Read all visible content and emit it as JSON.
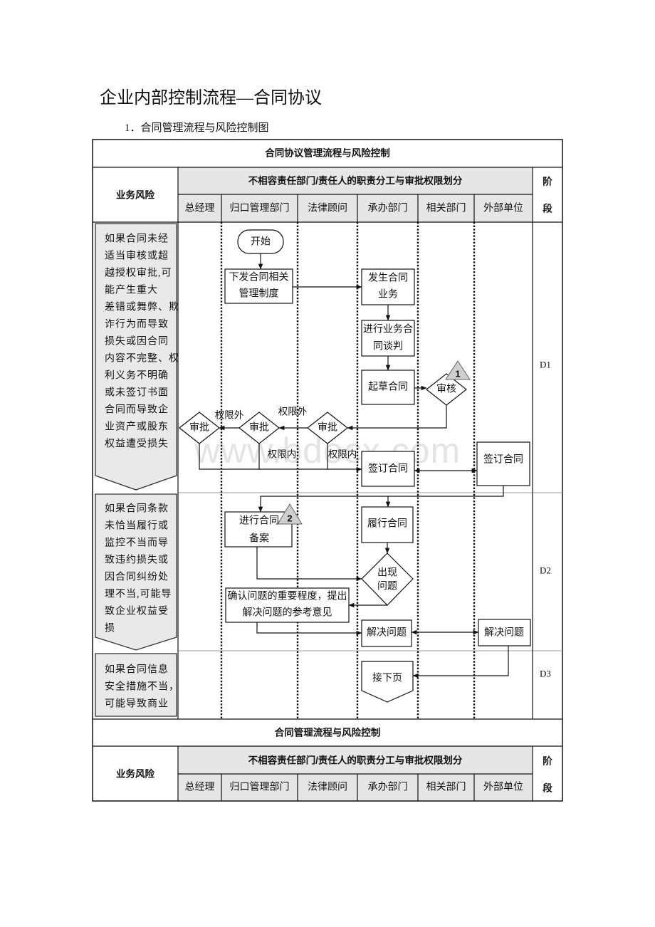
{
  "page": {
    "title": "企业内部控制流程—合同协议",
    "subtitle": "1．合同管理流程与风险控制图",
    "watermark": "www.bdocx.com"
  },
  "table1": {
    "caption": "合同协议管理流程与风险控制",
    "risk_header": "业务风险",
    "division_header": "不相容责任部门/责任人的职责分工与审批权限划分",
    "stage_header": [
      "阶",
      "段"
    ],
    "columns": [
      "总经理",
      "归口管理部门",
      "法律顾问",
      "承办部门",
      "相关部门",
      "外部单位"
    ]
  },
  "stages": [
    {
      "label": "D1",
      "risk_lines": [
        "如果合同未经",
        "适当审核或超",
        "越授权审批,可",
        "能产生重大",
        "差错或舞弊、欺",
        "诈行为而导致",
        "损失或因合同",
        "内容不完整、权",
        "利义务不明确",
        "或未签订书面",
        "合同而导致企",
        "业资产或股东",
        "权益遭受损失"
      ]
    },
    {
      "label": "D2",
      "risk_lines": [
        "如果合同条款",
        "未恰当履行或",
        "监控不当而导",
        "致违约损失或",
        "因合同纠纷处",
        "理不当,可能导",
        "致企业权益受",
        "损"
      ]
    },
    {
      "label": "D3",
      "risk_lines": [
        "如果合同信息",
        "安全措施不当，",
        "可能导致商业"
      ]
    }
  ],
  "flow": {
    "start": "开始",
    "issue_rules": [
      "下发合同相关",
      "管理制度"
    ],
    "business_occurs": [
      "发生合同",
      "业务"
    ],
    "negotiation": [
      "进行业务合",
      "同谈判"
    ],
    "draft": "起草合同",
    "review": "审核",
    "review_marker": "1",
    "approve_legal": "审批",
    "approve_dept": "审批",
    "approve_gm": "审批",
    "beyond_authority_legal": "权限外",
    "beyond_authority_dept": "权限外",
    "within_authority_dept": "权限内",
    "within_authority_legal": "权限内",
    "sign": "签订合同",
    "sign_external": "签订合同",
    "filing": [
      "进行合同",
      "备案"
    ],
    "filing_marker": "2",
    "perform": "履行合同",
    "problem": [
      "出现",
      "问题"
    ],
    "assess": [
      "确认问题的重要程度，提出",
      "解决问题的参考意见"
    ],
    "resolve": "解决问题",
    "resolve_external": "解决问题",
    "next_page": "接下页"
  },
  "table2": {
    "caption": "合同管理流程与风险控制",
    "risk_header": "业务风险",
    "division_header": "不相容责任部门/责任人的职责分工与审批权限划分",
    "stage_header": [
      "阶",
      "段"
    ],
    "columns": [
      "总经理",
      "归口管理部门",
      "法律顾问",
      "承办部门",
      "相关部门",
      "外部单位"
    ]
  }
}
